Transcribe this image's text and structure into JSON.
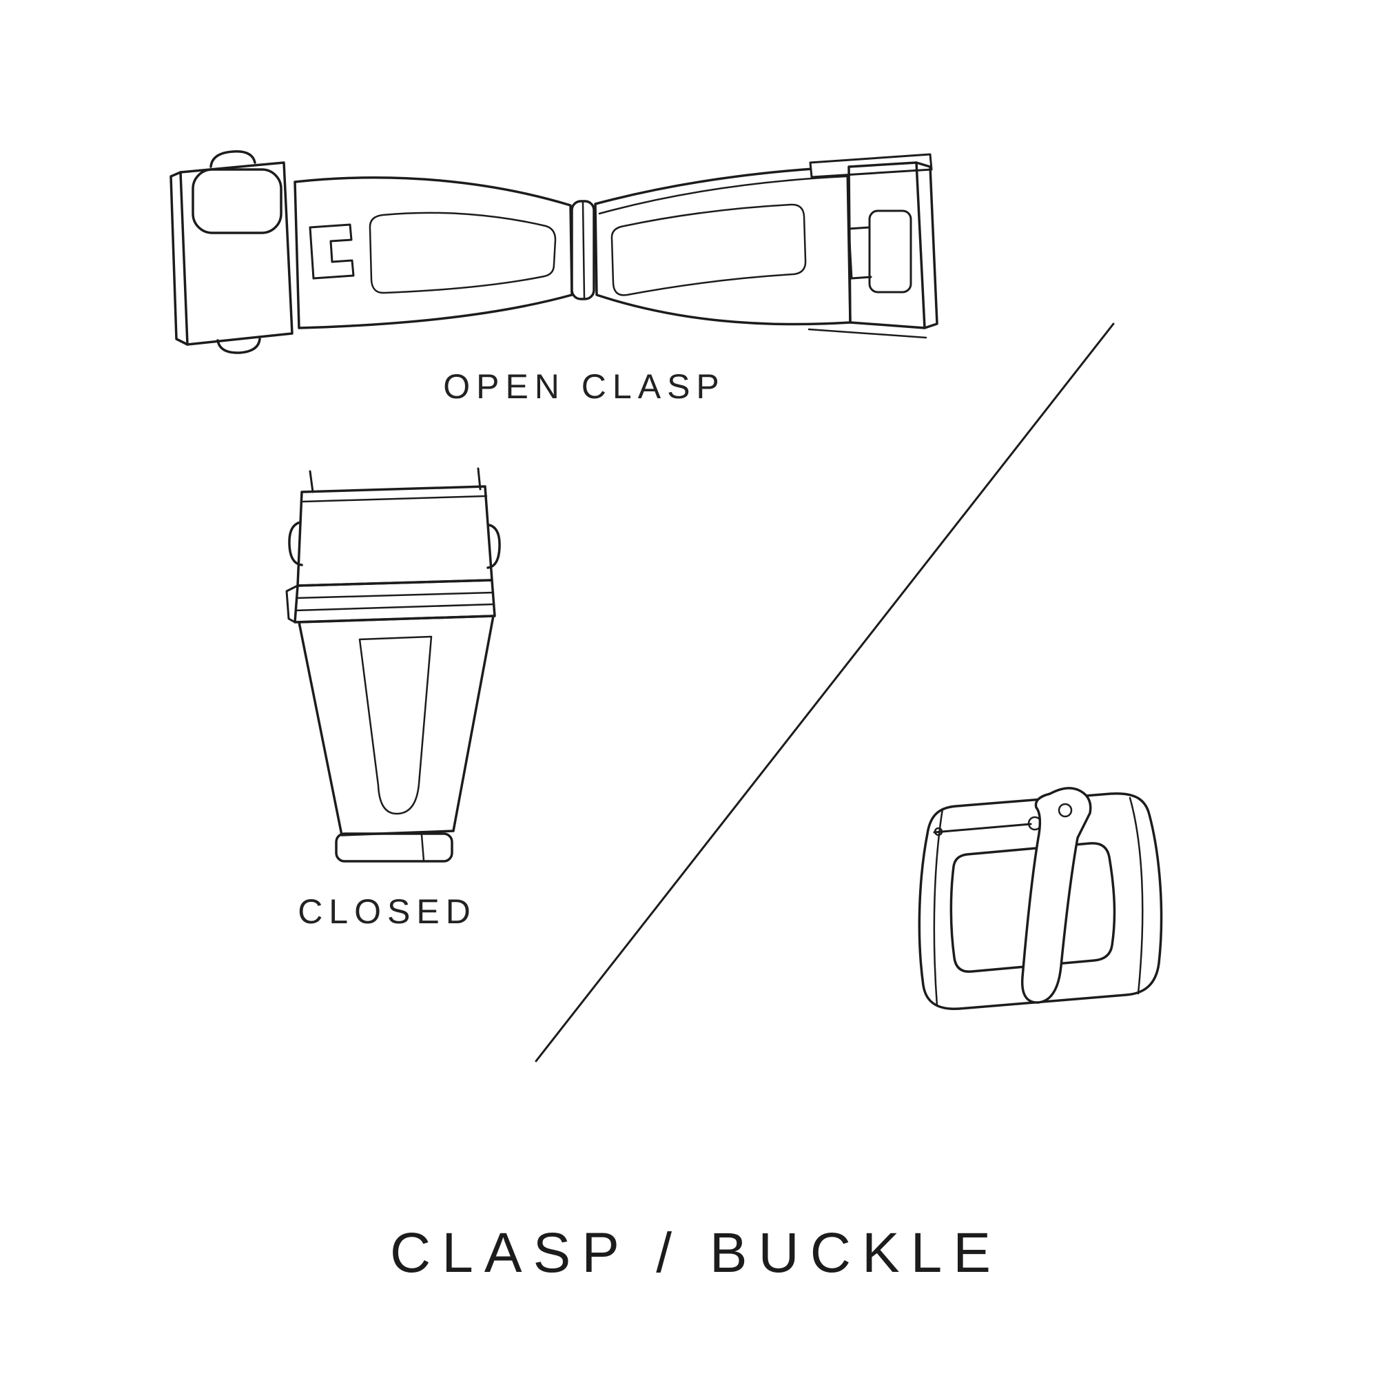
{
  "page": {
    "background": "#ffffff",
    "line_color": "#1c1c1c",
    "text_color": "#222222"
  },
  "diagram": {
    "title": "CLASP / BUCKLE",
    "labels": {
      "open_clasp": "OPEN CLASP",
      "closed": "CLOSED"
    },
    "figures": [
      {
        "name": "open-clasp-drawing",
        "caption": "OPEN CLASP"
      },
      {
        "name": "closed-clasp-drawing",
        "caption": "CLOSED"
      },
      {
        "name": "buckle-drawing",
        "caption": ""
      }
    ],
    "divider": "diagonal-separator-line"
  }
}
